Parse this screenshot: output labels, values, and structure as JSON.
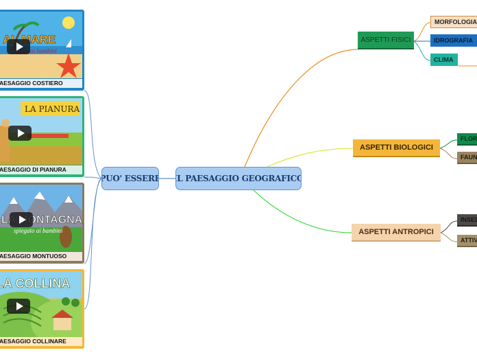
{
  "central": {
    "label": "IL PAESAGGIO GEOGRAFICO"
  },
  "connector": {
    "label": "PUO' ESSERE"
  },
  "branches": {
    "fisici": {
      "label": "ASPETTI FISICI",
      "color": "#1f9a55",
      "line_color": "#f08c1e"
    },
    "biologici": {
      "label": "ASPETTI BIOLOGICI",
      "color": "#f4b63a",
      "line_color": "#d9e83a"
    },
    "antropici": {
      "label": "ASPETTI ANTROPICI",
      "color": "#f5d3ac",
      "line_color": "#36d936"
    }
  },
  "leaves": {
    "morfologia": "MORFOLOGIA",
    "idrografia": "IDROGRAFIA",
    "clima": "CLIMA",
    "flora": "FLORA",
    "fauna": "FAUNA",
    "insediamenti": "INSEDIAMENTI",
    "attivita": "ATTIVITA'"
  },
  "videos": [
    {
      "caption": "PAESAGGIO COSTIERO",
      "thumb_title": "AL MARE",
      "thumb_subtitle": "Viaggio ai bambini",
      "icon": "video-play-icon"
    },
    {
      "caption": "PAESAGGIO DI PIANURA",
      "thumb_title": "LA PIANURA",
      "icon": "video-play-icon"
    },
    {
      "caption": "PAESAGGIO MONTUOSO",
      "thumb_title": "LA MONTAGNA",
      "thumb_subtitle": "spiegato ai bambini",
      "icon": "video-play-icon"
    },
    {
      "caption": "PAESAGGIO COLLINARE",
      "thumb_title": "LA COLLINA",
      "icon": "video-play-icon"
    }
  ]
}
